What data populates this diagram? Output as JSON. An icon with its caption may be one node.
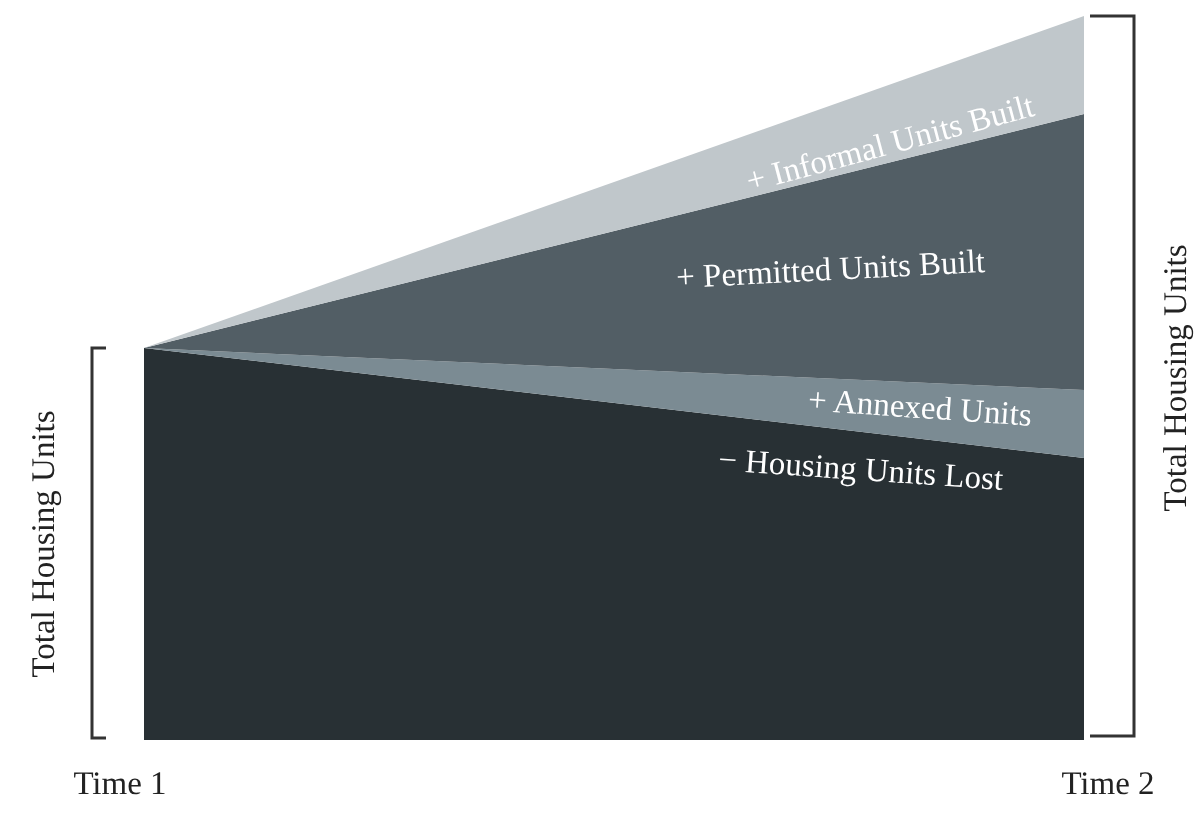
{
  "diagram": {
    "nodes": [
      {
        "text": [
          "+ Informal Units Built"
        ]
      },
      {
        "text": [
          "+ Permitted Units Built"
        ]
      },
      {
        "text": [
          "+ Annexed Units"
        ]
      },
      {
        "text": [
          "− Housing Units Lost"
        ]
      }
    ],
    "labels": [
      "Total Housing Units",
      "Total Housing Units",
      "Time 1",
      "Time 2"
    ]
  }
}
